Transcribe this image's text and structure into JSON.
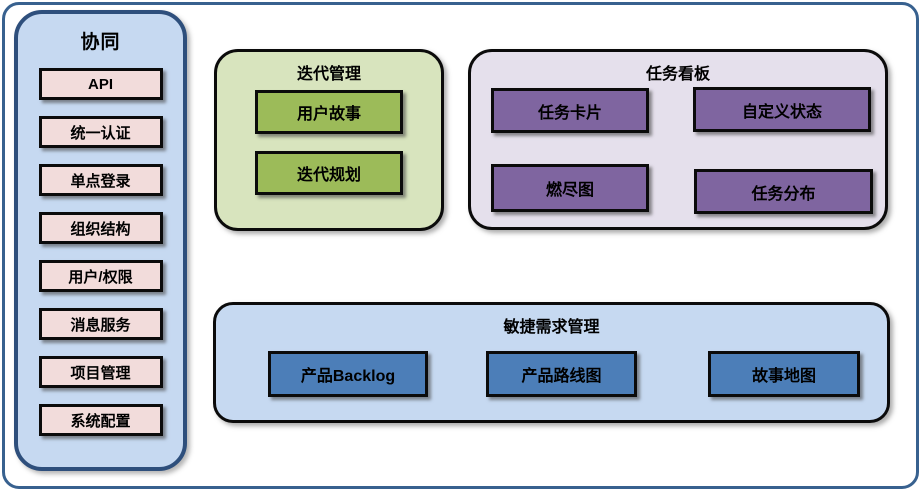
{
  "colors": {
    "frame_border": "#38618F",
    "sidebar_bg": "#C6D9F1",
    "sidebar_border": "#2E4F7C",
    "sidebar_item_bg": "#F2DCDB",
    "iteration_panel_bg": "#D8E4BE",
    "iteration_item_bg": "#9CBB59",
    "kanban_panel_bg": "#E5E0EC",
    "kanban_item_bg": "#7F65A0",
    "agile_panel_bg": "#C6D9F1",
    "agile_item_bg": "#4C7EB8",
    "box_border": "#0B0B0B"
  },
  "sidebar": {
    "title": "协同",
    "items": [
      "API",
      "统一认证",
      "单点登录",
      "组织结构",
      "用户/权限",
      "消息服务",
      "项目管理",
      "系统配置"
    ]
  },
  "iteration_panel": {
    "title": "迭代管理",
    "items": [
      "用户故事",
      "迭代规划"
    ]
  },
  "kanban_panel": {
    "title": "任务看板",
    "items": [
      "任务卡片",
      "自定义状态",
      "燃尽图",
      "任务分布"
    ]
  },
  "agile_panel": {
    "title": "敏捷需求管理",
    "items": [
      "产品Backlog",
      "产品路线图",
      "故事地图"
    ]
  }
}
